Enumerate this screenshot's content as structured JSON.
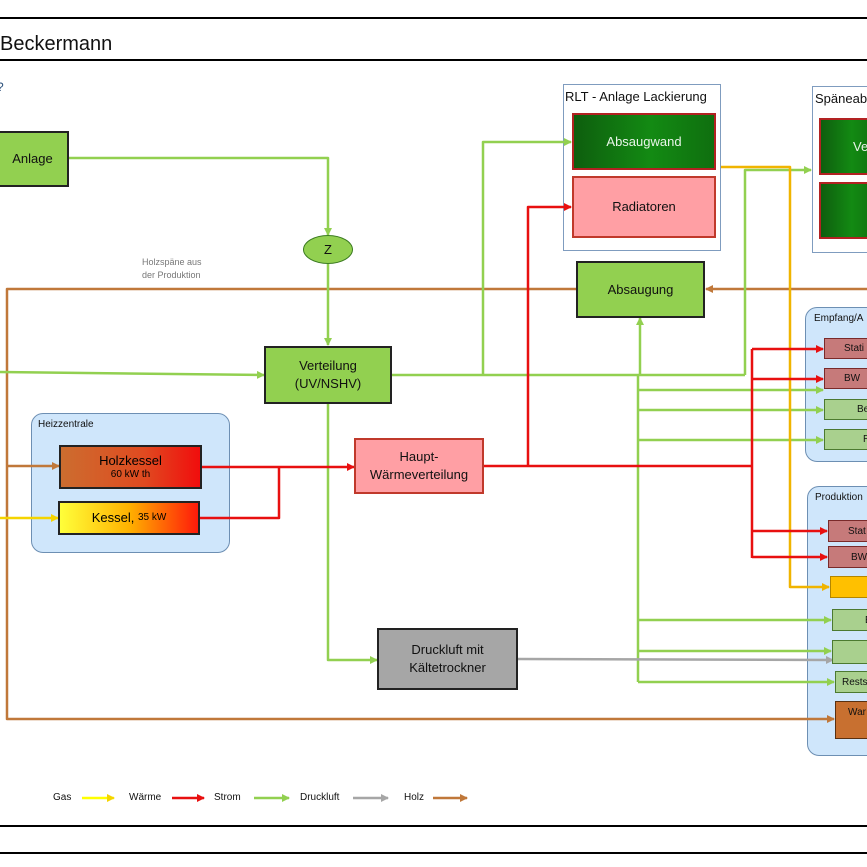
{
  "title": "Beckermann",
  "top_left_fragment": "?",
  "nodes": {
    "anlage": "Anlage",
    "z": "Z",
    "verteilung_line1": "Verteilung",
    "verteilung_line2": "(UV/NSHV)",
    "holzkessel_line1": "Holzkessel",
    "holzkessel_line2": "60 kW th",
    "kessel_name": "Kessel,",
    "kessel_power": "35 kW",
    "haupt_line1": "Haupt-",
    "haupt_line2": "Wärmeverteilung",
    "druckluft_line1": "Druckluft mit",
    "druckluft_line2": "Kältetrockner",
    "absaugung": "Absaugung",
    "absaugwand": "Absaugwand",
    "radiatoren": "Radiatoren",
    "spaene_box1": "Ve",
    "spaene_box2": ""
  },
  "groups": {
    "heizzentrale": "Heizzentrale",
    "rlt": "RLT - Anlage Lackierung",
    "spaene": "Späneab",
    "empfang": "Empfang/A",
    "produktion": "Produktion"
  },
  "note": {
    "line1": "Holzspäne aus",
    "line2": "der Produktion"
  },
  "empfang_items": [
    "Stati",
    "BW",
    "Be",
    "R"
  ],
  "produktion_items": [
    "Stat",
    "BW",
    "",
    "E",
    "",
    "Rests",
    "War"
  ],
  "legend": [
    {
      "label": "Gas",
      "color": "#ffff00"
    },
    {
      "label": "Wärme",
      "color": "#e81010"
    },
    {
      "label": "Strom",
      "color": "#92d050"
    },
    {
      "label": "Druckluft",
      "color": "#a6a6a6"
    },
    {
      "label": "Holz",
      "color": "#c0783a"
    }
  ],
  "colors": {
    "gas": "#ffff00",
    "waerme": "#e81010",
    "strom": "#92d050",
    "druckluft": "#a6a6a6",
    "holz": "#c0783a",
    "warmwasser": "#f0b400"
  }
}
